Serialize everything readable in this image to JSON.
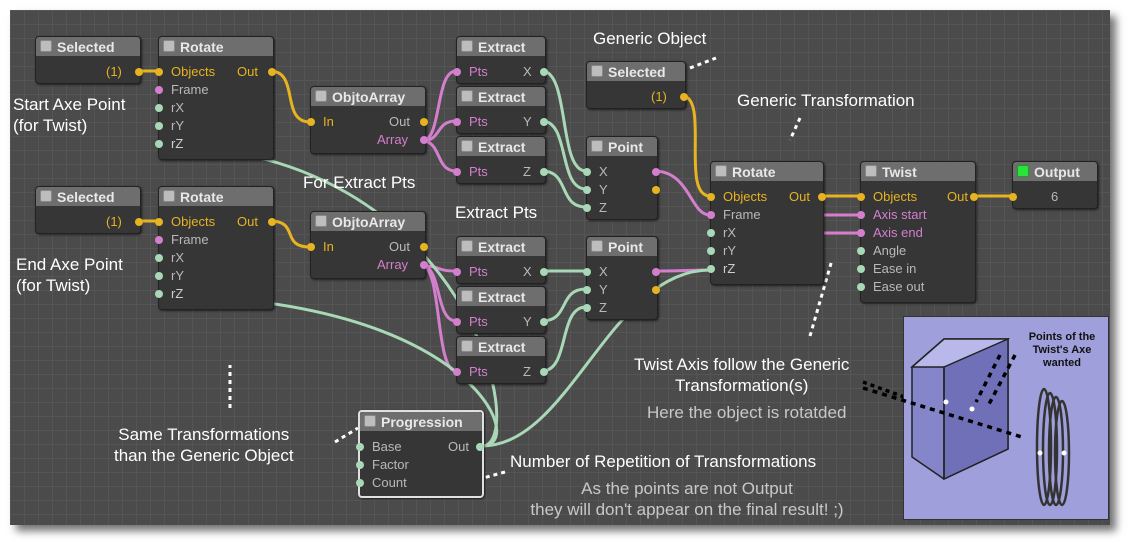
{
  "nodes": {
    "selected1": {
      "title": "Selected",
      "value": "(1)"
    },
    "rotate1": {
      "title": "Rotate",
      "ports": [
        "Objects",
        "Frame",
        "rX",
        "rY",
        "rZ"
      ],
      "out": "Out"
    },
    "selected2": {
      "title": "Selected",
      "value": "(1)"
    },
    "rotate2": {
      "title": "Rotate",
      "ports": [
        "Objects",
        "Frame",
        "rX",
        "rY",
        "rZ"
      ],
      "out": "Out"
    },
    "objtoarray1": {
      "title": "ObjtoArray",
      "in": "In",
      "out": "Out",
      "array": "Array"
    },
    "objtoarray2": {
      "title": "ObjtoArray",
      "in": "In",
      "out": "Out",
      "array": "Array"
    },
    "extract": {
      "title": "Extract",
      "in": "Pts",
      "outs": [
        "X",
        "Y",
        "Z"
      ]
    },
    "point1": {
      "title": "Point",
      "ports": [
        "X",
        "Y",
        "Z"
      ]
    },
    "point2": {
      "title": "Point",
      "ports": [
        "X",
        "Y",
        "Z"
      ]
    },
    "selected3": {
      "title": "Selected",
      "value": "(1)"
    },
    "rotate3": {
      "title": "Rotate",
      "ports": [
        "Objects",
        "Frame",
        "rX",
        "rY",
        "rZ"
      ],
      "out": "Out"
    },
    "twist": {
      "title": "Twist",
      "ports": [
        "Objects",
        "Axis start",
        "Axis end",
        "Angle",
        "Ease in",
        "Ease out"
      ],
      "out": "Out"
    },
    "output": {
      "title": "Output",
      "value": "6"
    },
    "progression": {
      "title": "Progression",
      "ports": [
        "Base",
        "Factor",
        "Count"
      ],
      "out": "Out"
    }
  },
  "annotations": {
    "start_axe": [
      "Start Axe Point",
      "(for Twist)"
    ],
    "end_axe": [
      "End Axe Point",
      "(for Twist)"
    ],
    "for_extract": "For Extract Pts",
    "extract_pts": "Extract Pts",
    "generic_object": "Generic Object",
    "generic_transformation": "Generic Transformation",
    "twist_axis": [
      "Twist Axis follow the Generic",
      "Transformation(s)"
    ],
    "rotated_note": "Here the object is rotatded",
    "same_transf": [
      "Same Transformations",
      "than the Generic Object"
    ],
    "repetition": "Number of Repetition of Transformations",
    "not_output": [
      "As the points are not Output",
      "they will don't appear on the final result! ;)"
    ],
    "render_label": [
      "Points of the",
      "Twist's Axe",
      "wanted"
    ]
  },
  "colors": {
    "object": "#e8b320",
    "array": "#d47fcd",
    "value": "#a9d8b7",
    "canvas": "#4b4b4b",
    "header": "#6e6e6e",
    "render_bg": "#9f9fdb"
  }
}
